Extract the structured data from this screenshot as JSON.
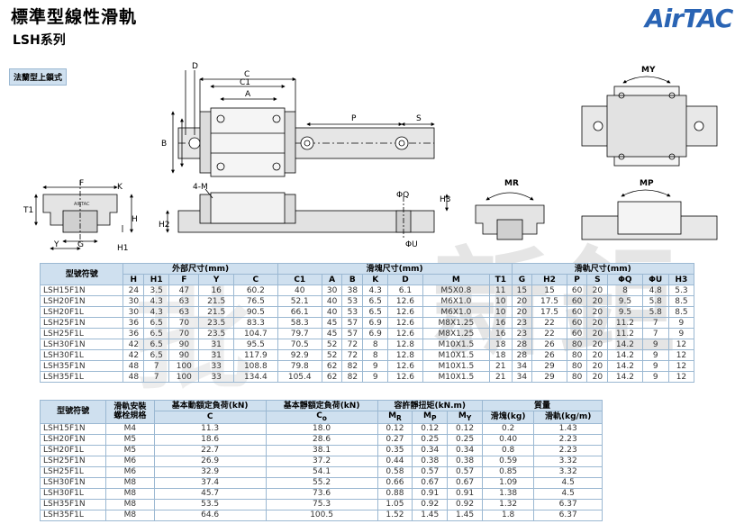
{
  "header": {
    "title": "標準型線性滑軌",
    "subtitle": "LSH系列",
    "logo": "AirTAC",
    "tag": "法蘭型上鎖式"
  },
  "diagram_labels": {
    "d": "D",
    "c": "C",
    "c1": "C1",
    "a": "A",
    "b": "B",
    "p": "P",
    "s": "S",
    "f": "F",
    "k": "K",
    "t1": "T1",
    "h": "H",
    "y": "Y",
    "g": "G",
    "h1": "H1",
    "m": "4-M",
    "h2": "H2",
    "h3": "H3",
    "phi_q": "ΦQ",
    "phi_u": "ΦU",
    "my": "MY",
    "mr": "MR",
    "mp": "MP"
  },
  "table1": {
    "group_headers": [
      "型號符號",
      "外部尺寸(mm)",
      "滑塊尺寸(mm)",
      "滑軌尺寸(mm)"
    ],
    "columns": [
      "H",
      "H1",
      "F",
      "Y",
      "C",
      "C1",
      "A",
      "B",
      "K",
      "D",
      "M",
      "T1",
      "G",
      "H2",
      "P",
      "S",
      "ΦQ",
      "ΦU",
      "H3"
    ],
    "rows": [
      [
        "LSH15F1N",
        "24",
        "3.5",
        "47",
        "16",
        "60.2",
        "40",
        "30",
        "38",
        "4.3",
        "6.1",
        "M5X0.8",
        "11",
        "15",
        "15",
        "60",
        "20",
        "8",
        "4.8",
        "5.3"
      ],
      [
        "LSH20F1N",
        "30",
        "4.3",
        "63",
        "21.5",
        "76.5",
        "52.1",
        "40",
        "53",
        "6.5",
        "12.6",
        "M6X1.0",
        "10",
        "20",
        "17.5",
        "60",
        "20",
        "9.5",
        "5.8",
        "8.5"
      ],
      [
        "LSH20F1L",
        "30",
        "4.3",
        "63",
        "21.5",
        "90.5",
        "66.1",
        "40",
        "53",
        "6.5",
        "12.6",
        "M6X1.0",
        "10",
        "20",
        "17.5",
        "60",
        "20",
        "9.5",
        "5.8",
        "8.5"
      ],
      [
        "LSH25F1N",
        "36",
        "6.5",
        "70",
        "23.5",
        "83.3",
        "58.3",
        "45",
        "57",
        "6.9",
        "12.6",
        "M8X1.25",
        "16",
        "23",
        "22",
        "60",
        "20",
        "11.2",
        "7",
        "9"
      ],
      [
        "LSH25F1L",
        "36",
        "6.5",
        "70",
        "23.5",
        "104.7",
        "79.7",
        "45",
        "57",
        "6.9",
        "12.6",
        "M8X1.25",
        "16",
        "23",
        "22",
        "60",
        "20",
        "11.2",
        "7",
        "9"
      ],
      [
        "LSH30F1N",
        "42",
        "6.5",
        "90",
        "31",
        "95.5",
        "70.5",
        "52",
        "72",
        "8",
        "12.8",
        "M10X1.5",
        "18",
        "28",
        "26",
        "80",
        "20",
        "14.2",
        "9",
        "12"
      ],
      [
        "LSH30F1L",
        "42",
        "6.5",
        "90",
        "31",
        "117.9",
        "92.9",
        "52",
        "72",
        "8",
        "12.8",
        "M10X1.5",
        "18",
        "28",
        "26",
        "80",
        "20",
        "14.2",
        "9",
        "12"
      ],
      [
        "LSH35F1N",
        "48",
        "7",
        "100",
        "33",
        "108.8",
        "79.8",
        "62",
        "82",
        "9",
        "12.6",
        "M10X1.5",
        "21",
        "34",
        "29",
        "80",
        "20",
        "14.2",
        "9",
        "12"
      ],
      [
        "LSH35F1L",
        "48",
        "7",
        "100",
        "33",
        "134.4",
        "105.4",
        "62",
        "82",
        "9",
        "12.6",
        "M10X1.5",
        "21",
        "34",
        "29",
        "80",
        "20",
        "14.2",
        "9",
        "12"
      ]
    ]
  },
  "table2": {
    "h_model": "型號符號",
    "h_bolt_1": "滑軌安裝",
    "h_bolt_2": "螺栓規格",
    "h_dyn": "基本動額定負荷(kN)",
    "h_dyn_sub": "C",
    "h_static": "基本靜額定負荷(kN)",
    "h_static_sub": "C",
    "h_static_subscript": "o",
    "h_moment": "容許靜扭矩(kN.m)",
    "h_mr": "M",
    "h_mr_sub": "R",
    "h_mp": "M",
    "h_mp_sub": "P",
    "h_my": "M",
    "h_my_sub": "Y",
    "h_mass": "質量",
    "h_block_mass": "滑塊(kg)",
    "h_rail_mass": "滑軌(kg/m)",
    "rows": [
      [
        "LSH15F1N",
        "M4",
        "11.3",
        "18.0",
        "0.12",
        "0.12",
        "0.12",
        "0.2",
        "1.43"
      ],
      [
        "LSH20F1N",
        "M5",
        "18.6",
        "28.6",
        "0.27",
        "0.25",
        "0.25",
        "0.40",
        "2.23"
      ],
      [
        "LSH20F1L",
        "M5",
        "22.7",
        "38.1",
        "0.35",
        "0.34",
        "0.34",
        "0.8",
        "2.23"
      ],
      [
        "LSH25F1N",
        "M6",
        "26.9",
        "37.2",
        "0.44",
        "0.38",
        "0.38",
        "0.59",
        "3.32"
      ],
      [
        "LSH25F1L",
        "M6",
        "32.9",
        "54.1",
        "0.58",
        "0.57",
        "0.57",
        "0.85",
        "3.32"
      ],
      [
        "LSH30F1N",
        "M8",
        "37.4",
        "55.2",
        "0.66",
        "0.67",
        "0.67",
        "1.09",
        "4.5"
      ],
      [
        "LSH30F1L",
        "M8",
        "45.7",
        "73.6",
        "0.88",
        "0.91",
        "0.91",
        "1.38",
        "4.5"
      ],
      [
        "LSH35F1N",
        "M8",
        "53.5",
        "75.3",
        "1.05",
        "0.92",
        "0.92",
        "1.32",
        "6.37"
      ],
      [
        "LSH35F1L",
        "M8",
        "64.6",
        "100.5",
        "1.52",
        "1.45",
        "1.45",
        "1.8",
        "6.37"
      ]
    ]
  }
}
